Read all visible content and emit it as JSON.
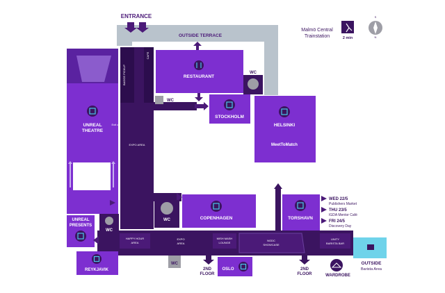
{
  "entrance": "ENTRANCE",
  "outside_terrace": "OUTSIDE TERRACE",
  "transit": {
    "line1": "Malmö Central",
    "line2": "Trainstation",
    "walk": "2 min"
  },
  "compass": {
    "south": "S",
    "north": "N"
  },
  "rooms": {
    "restaurant": "RESTAURANT",
    "stockholm": "STOCKHOLM",
    "helsinki": "HELSINKI",
    "meet_to_match": "MeetToMatch",
    "unreal_theatre_1": "UNREAL",
    "unreal_theatre_2": "THEATRE",
    "exit_only": "Exit only",
    "expo_area": "EXPO AREA",
    "badge_pickup": "BADGE PICKUP",
    "cafe": "CAFE",
    "copenhagen": "COPENHAGEN",
    "torshavn": "TORSHAVN",
    "unreal_presents_1": "UNREAL",
    "unreal_presents_2": "PRESENTS",
    "reykjavik": "REYKJAVIK",
    "happy_hour_1": "HAPPY HOUR",
    "happy_hour_2": "AREA",
    "expo_area_2a": "EXPO",
    "expo_area_2b": "AREA",
    "mish_mash_1": "MISH MASH",
    "mish_mash_2": "LOUNGE",
    "ngdc_1": "NGDC",
    "ngdc_2": "SHOWCASE",
    "unity_1": "UNITY",
    "unity_2": "BARISTA BAR",
    "oslo": "OSLO",
    "wardrobe": "WARDROBE",
    "outside": "OUTSIDE",
    "barista_area": "Barista Area"
  },
  "wc": "WC",
  "second_floor": {
    "line1": "2ND",
    "line2": "FLOOR"
  },
  "schedule": [
    {
      "day": "WED 22/5",
      "event": "Publishers Market"
    },
    {
      "day": "THU 23/5",
      "event": "IGDA Mentor Café"
    },
    {
      "day": "FRI 24/5",
      "event": "Discovery Day"
    }
  ],
  "colors": {
    "purple": "#7d2fd0",
    "dark_purple": "#4b1a78",
    "corridor": "#3b1460",
    "terrace": "#b9c3cc",
    "cyan": "#6fd3ea",
    "icon": "#49c6e8",
    "wc_gray": "#9e9ea6"
  }
}
